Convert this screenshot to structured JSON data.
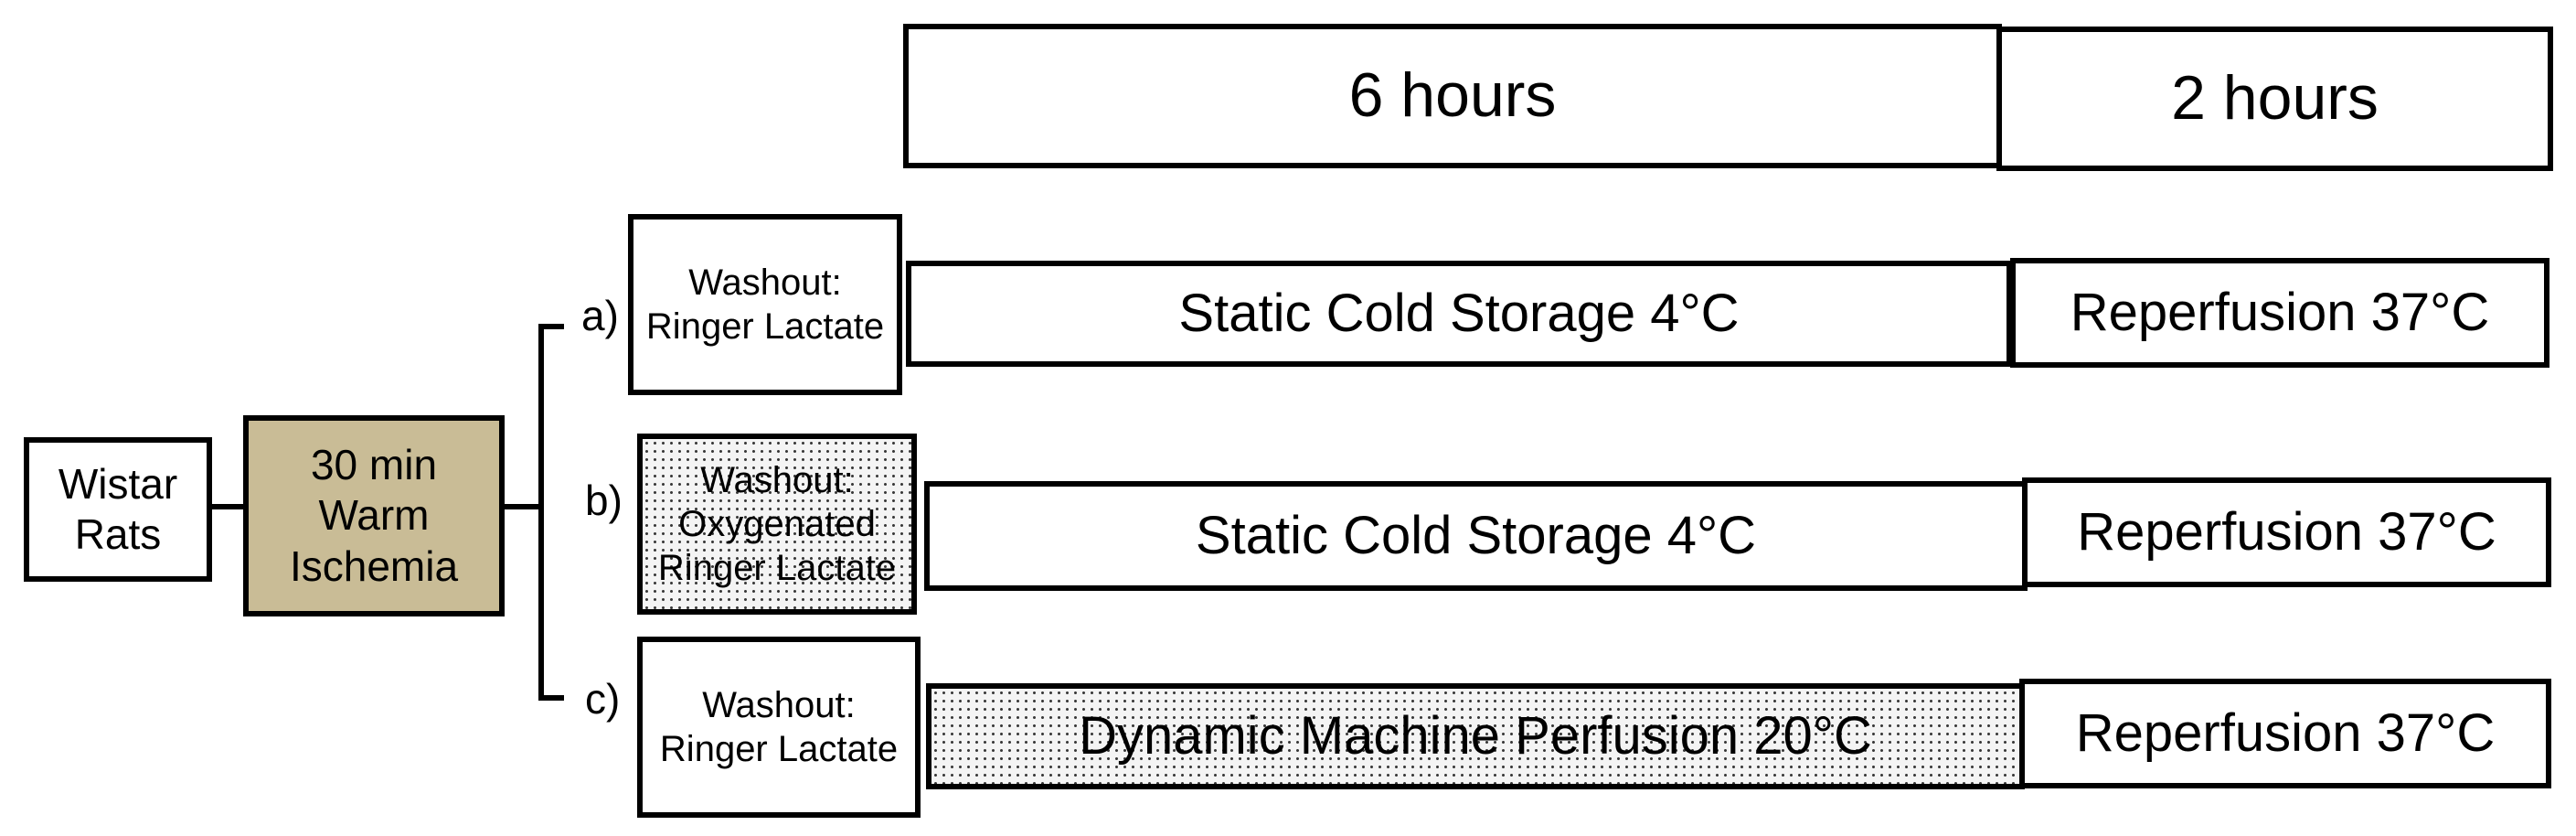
{
  "colors": {
    "warm_ischemia_fill": "#c9bc96",
    "stroke": "#000000",
    "dotted_fill": "#f4f4f4"
  },
  "timeline": {
    "preservation_duration": "6 hours",
    "reperfusion_duration": "2 hours"
  },
  "start": {
    "subject": [
      "Wistar",
      "Rats"
    ],
    "ischemia": [
      "30 min",
      "Warm",
      "Ischemia"
    ]
  },
  "branches": [
    {
      "label": "a)",
      "washout": [
        "Washout:",
        "Ringer Lactate"
      ],
      "preservation": "Static Cold Storage 4°C",
      "reperfusion": "Reperfusion 37°C"
    },
    {
      "label": "b)",
      "washout": [
        "Washout:",
        "Oxygenated",
        "Ringer Lactate"
      ],
      "preservation": "Static Cold Storage 4°C",
      "reperfusion": "Reperfusion 37°C"
    },
    {
      "label": "c)",
      "washout": [
        "Washout:",
        "Ringer Lactate"
      ],
      "preservation": "Dynamic Machine Perfusion 20°C",
      "reperfusion": "Reperfusion 37°C"
    }
  ]
}
